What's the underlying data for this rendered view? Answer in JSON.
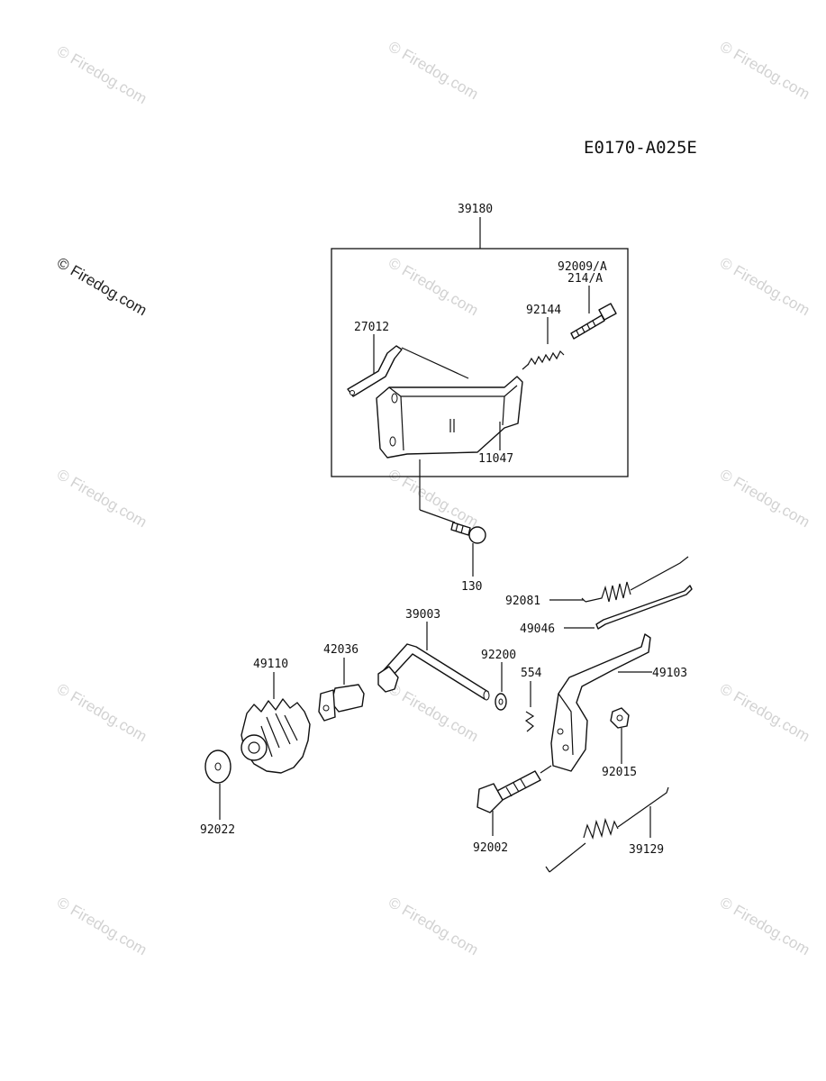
{
  "diagram": {
    "code": "E0170-A025E",
    "labels": {
      "p39180": "39180",
      "p92009": "92009/A",
      "p214": "214/A",
      "p92144": "92144",
      "p27012": "27012",
      "p11047": "11047",
      "p130": "130",
      "p92081": "92081",
      "p49046": "49046",
      "p39003": "39003",
      "p42036": "42036",
      "p49110": "49110",
      "p92200": "92200",
      "p554": "554",
      "p49103": "49103",
      "p92015": "92015",
      "p92022": "92022",
      "p92002": "92002",
      "p39129": "39129"
    },
    "watermark": "© Firedog.com"
  }
}
